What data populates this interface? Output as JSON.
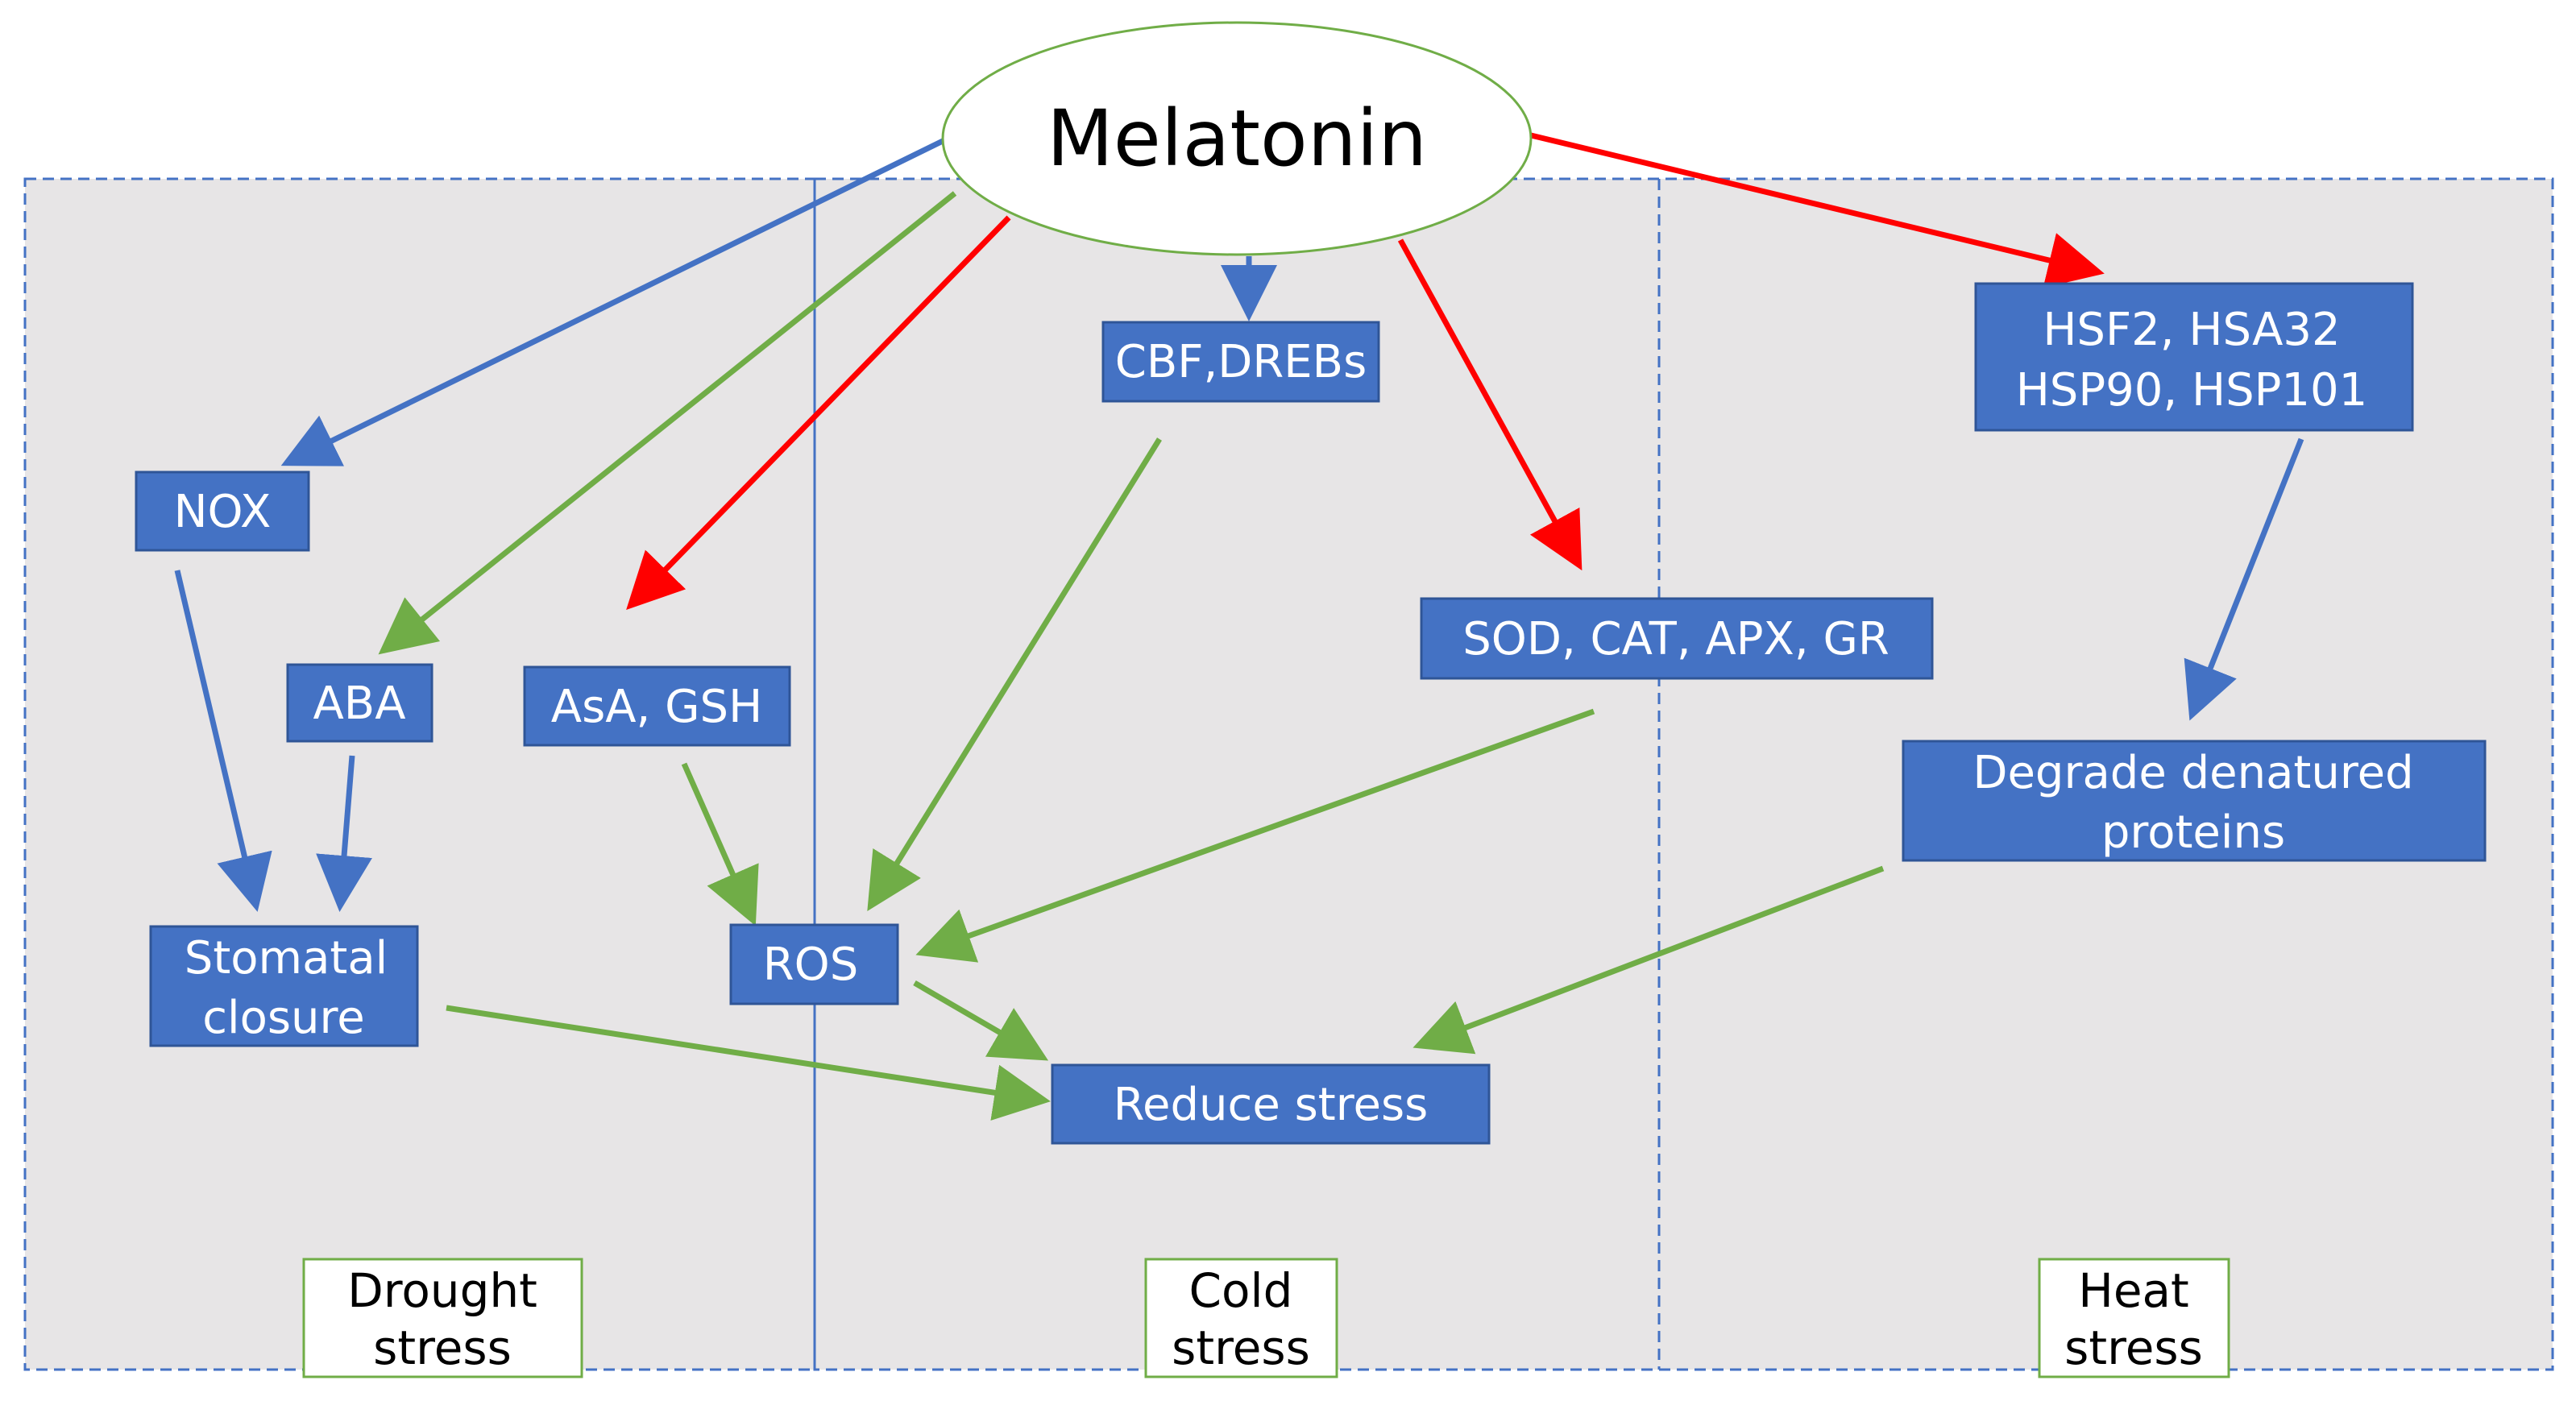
{
  "colors": {
    "panel_fill": "#e7e5e6",
    "panel_border": "#4472c4",
    "node_fill": "#4472c4",
    "node_border": "#2f5597",
    "ellipse_border": "#70ad47",
    "label_border": "#70ad47",
    "arrow_blue": "#4472c4",
    "arrow_green": "#70ad47",
    "arrow_red": "#ff0000"
  },
  "root": {
    "label": "Melatonin"
  },
  "nodes": {
    "nox": "NOX",
    "aba": "ABA",
    "asa_gsh": "AsA, GSH",
    "stomatal_1": "Stomatal",
    "stomatal_2": "closure",
    "ros": "ROS",
    "cbf": "CBF,DREBs",
    "sod": "SOD, CAT, APX, GR",
    "hsf_1": "HSF2, HSA32",
    "hsf_2": "HSP90, HSP101",
    "degrade_1": "Degrade denatured",
    "degrade_2": "proteins",
    "reduce": "Reduce stress"
  },
  "panels": {
    "drought_1": "Drought",
    "drought_2": "stress",
    "cold_1": "Cold",
    "cold_2": "stress",
    "heat_1": "Heat",
    "heat_2": "stress"
  }
}
